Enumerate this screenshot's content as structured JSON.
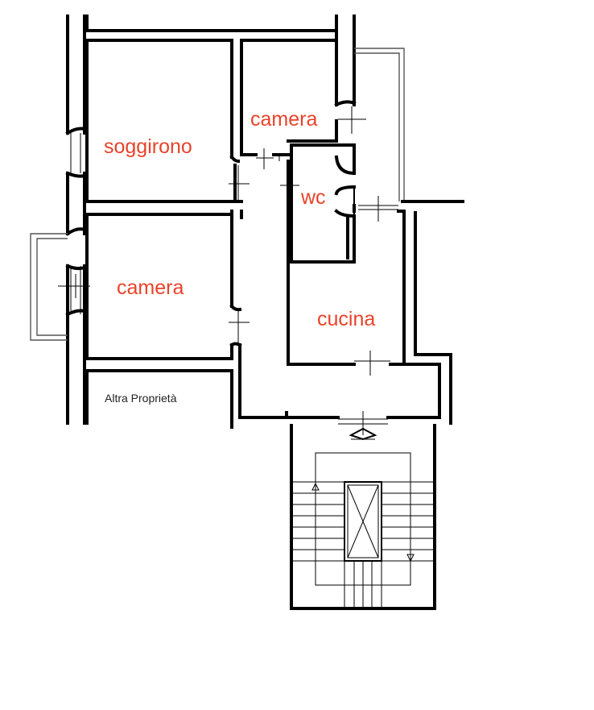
{
  "rooms": {
    "soggirono": "soggirono",
    "camera_top": "camera",
    "wc": "wc",
    "camera_left": "camera",
    "cucina": "cucina"
  },
  "notes": {
    "altra_proprieta": "Altra Proprietà"
  },
  "colors": {
    "room_label": "#e8432a",
    "walls": "#000000",
    "background": "#ffffff"
  }
}
